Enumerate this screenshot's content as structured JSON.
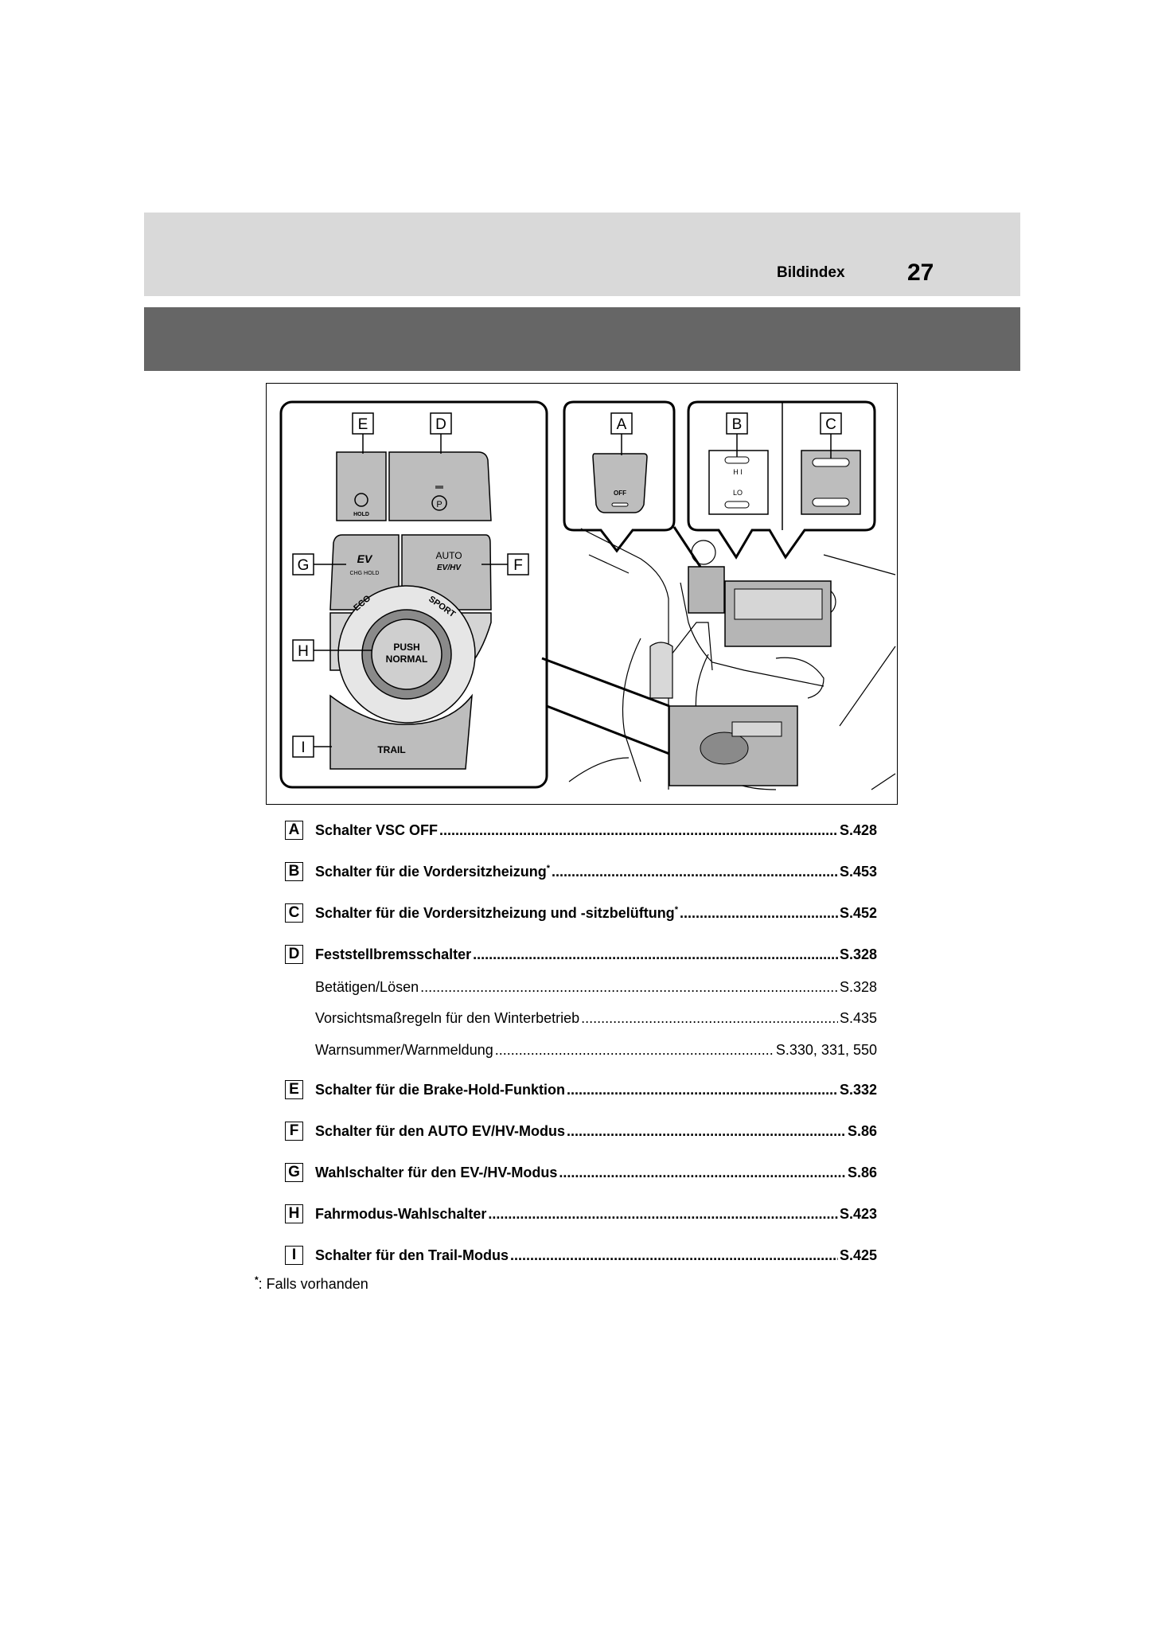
{
  "header": {
    "section_title": "Bildindex",
    "page_number": "27"
  },
  "figure": {
    "callouts": [
      "E",
      "D",
      "A",
      "B",
      "C",
      "G",
      "F",
      "H",
      "I"
    ],
    "button_labels": {
      "hold": "HOLD",
      "chg_hold": "CHG HOLD",
      "auto": "AUTO",
      "ev_hv": "EV/HV",
      "ev": "EV",
      "eco": "ECO",
      "sport": "SPORT",
      "push": "PUSH",
      "normal": "NORMAL",
      "trail": "TRAIL",
      "off": "OFF",
      "hi": "H I",
      "lo": "LO"
    }
  },
  "entries": [
    {
      "letter": "A",
      "label": "Schalter VSC OFF",
      "asterisk": "",
      "page": "S.428"
    },
    {
      "letter": "B",
      "label": "Schalter für die Vordersitzheizung",
      "asterisk": "*",
      "page": "S.453"
    },
    {
      "letter": "C",
      "label": "Schalter für die Vordersitzheizung und -sitzbelüftung",
      "asterisk": "*",
      "page": "S.452"
    },
    {
      "letter": "D",
      "label": "Feststellbremsschalter",
      "asterisk": "",
      "page": "S.328"
    },
    {
      "letter": "E",
      "label": "Schalter für die Brake-Hold-Funktion",
      "asterisk": "",
      "page": "S.332"
    },
    {
      "letter": "F",
      "label": "Schalter für den AUTO EV/HV-Modus",
      "asterisk": "",
      "page": "S.86"
    },
    {
      "letter": "G",
      "label": "Wahlschalter für den EV-/HV-Modus",
      "asterisk": "",
      "page": "S.86"
    },
    {
      "letter": "H",
      "label": "Fahrmodus-Wahlschalter",
      "asterisk": "",
      "page": "S.423"
    },
    {
      "letter": "I",
      "label": "Schalter für den Trail-Modus",
      "asterisk": "",
      "page": "S.425"
    }
  ],
  "sub_entries": [
    {
      "label": "Betätigen/Lösen",
      "page": "S.328"
    },
    {
      "label": "Vorsichtsmaßregeln für den Winterbetrieb",
      "page": "S.435"
    },
    {
      "label": "Warnsummer/Warnmeldung",
      "page": "S.330, 331, 550"
    }
  ],
  "footnote": {
    "mark": "*",
    "text": ": Falls vorhanden"
  }
}
